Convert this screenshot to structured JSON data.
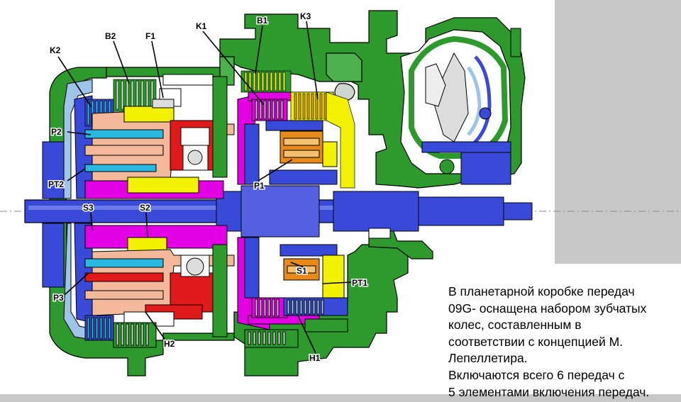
{
  "diagram": {
    "labels": {
      "K2": "K2",
      "B2": "B2",
      "F1": "F1",
      "K1": "K1",
      "B1": "B1",
      "K3": "K3",
      "P2": "P2",
      "PT2": "PT2",
      "P1": "P1",
      "S3": "S3",
      "S2": "S2",
      "S1": "S1",
      "PT1": "PT1",
      "P3": "P3",
      "H2": "H2",
      "H1": "H1"
    },
    "colors": {
      "green": "#2e9a2e",
      "blue": "#3a4ad8",
      "magenta": "#e400e4",
      "yellow": "#f2f200",
      "red": "#e01a1a",
      "salmon": "#f4b89a",
      "orange": "#e88a1a",
      "cyan": "#2ab8e0",
      "lightblue": "#9ec4ea",
      "gray": "#8a8a8a",
      "black": "#000000"
    }
  },
  "caption": {
    "line1": "В планетарной коробке передач",
    "line2": "09G- оснащена набором зубчатых",
    "line3": "колес, составленным в",
    "line4": "соответствии с концепцией М.",
    "line5": "Лепеллетира.",
    "line6": "Включаются всего 6 передач с",
    "line7": "5 элементами включения передач."
  }
}
